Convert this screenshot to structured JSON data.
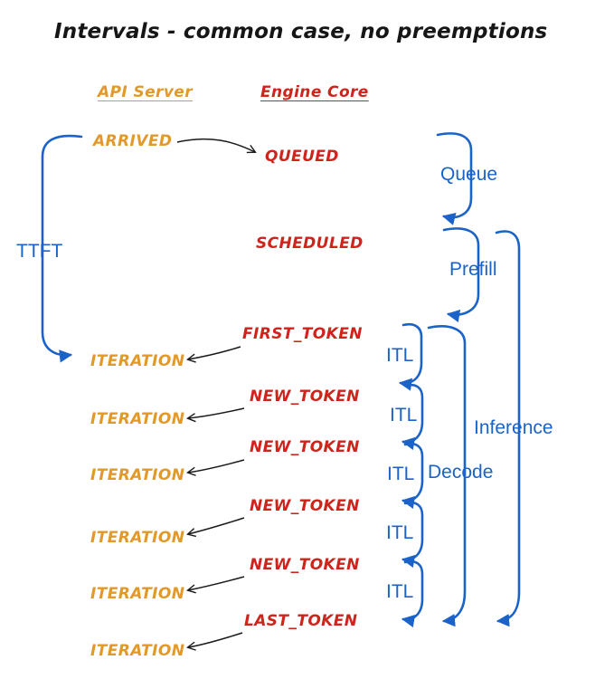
{
  "title": "Intervals - common case, no preemptions",
  "columns": {
    "api": "API Server",
    "engine": "Engine Core"
  },
  "events": {
    "arrived": "ARRIVED",
    "queued": "QUEUED",
    "scheduled": "SCHEDULED",
    "first_token": "FIRST_TOKEN",
    "new_token": "NEW_TOKEN",
    "last_token": "LAST_TOKEN",
    "iteration": "ITERATION"
  },
  "labels": {
    "ttft": "TTFT",
    "queue": "Queue",
    "prefill": "Prefill",
    "itl": "ITL",
    "decode": "Decode",
    "inference": "Inference"
  },
  "colors": {
    "api_orange": "#E2992B",
    "engine_red": "#CE241C",
    "interval_blue": "#1B63C8",
    "arrow_black": "#1a1a1a",
    "background": "#ffffff"
  }
}
